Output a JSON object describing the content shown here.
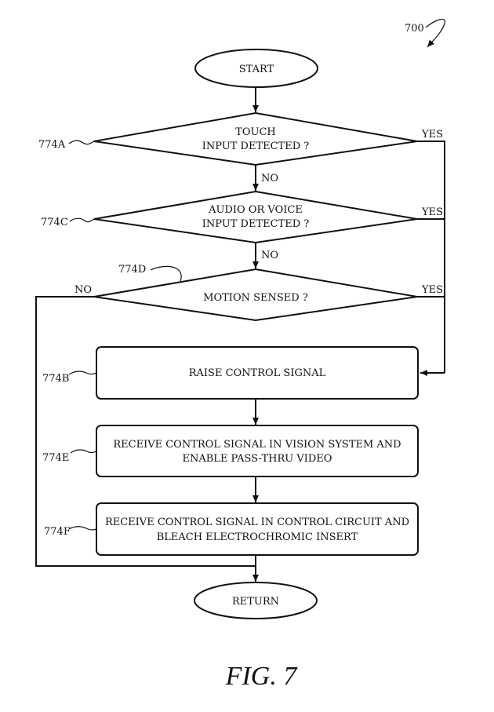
{
  "figure": {
    "ref": "700",
    "caption": "FIG. 7"
  },
  "nodes": {
    "start": {
      "label": "START"
    },
    "touch": {
      "ref": "774A",
      "line1": "TOUCH",
      "line2": "INPUT DETECTED ?"
    },
    "audio": {
      "ref": "774C",
      "line1": "AUDIO OR VOICE",
      "line2": "INPUT DETECTED ?"
    },
    "motion": {
      "ref": "774D",
      "line1": "MOTION SENSED ?"
    },
    "raise": {
      "ref": "774B",
      "line1": "RAISE CONTROL SIGNAL"
    },
    "vision": {
      "ref": "774E",
      "line1": "RECEIVE CONTROL SIGNAL IN VISION SYSTEM AND",
      "line2": "ENABLE PASS-THRU VIDEO"
    },
    "control": {
      "ref": "774F",
      "line1": "RECEIVE CONTROL SIGNAL IN CONTROL CIRCUIT AND",
      "line2": "BLEACH ELECTROCHROMIC INSERT"
    },
    "return": {
      "label": "RETURN"
    }
  },
  "edges": {
    "touch_yes": "YES",
    "touch_no": "NO",
    "audio_yes": "YES",
    "audio_no": "NO",
    "motion_yes": "YES",
    "motion_no": "NO"
  }
}
